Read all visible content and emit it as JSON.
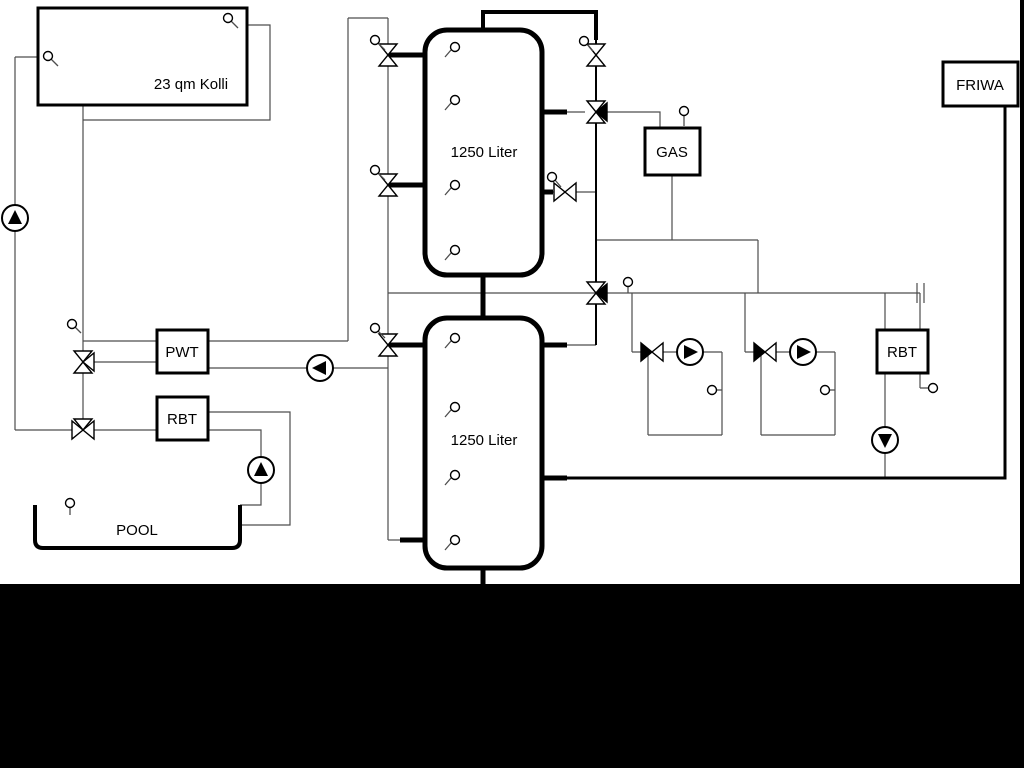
{
  "labels": {
    "collector": "23 qm Kolli",
    "tank_top": "1250 Liter",
    "tank_bottom": "1250 Liter",
    "gas": "GAS",
    "friwa": "FRIWA",
    "pwt": "PWT",
    "rbt_left": "RBT",
    "rbt_right": "RBT",
    "pool": "POOL"
  },
  "colors": {
    "background": "#ffffff",
    "pipe_thick": "#000000",
    "pipe_thin": "#4d4d4d",
    "mask_band": "#000000"
  }
}
